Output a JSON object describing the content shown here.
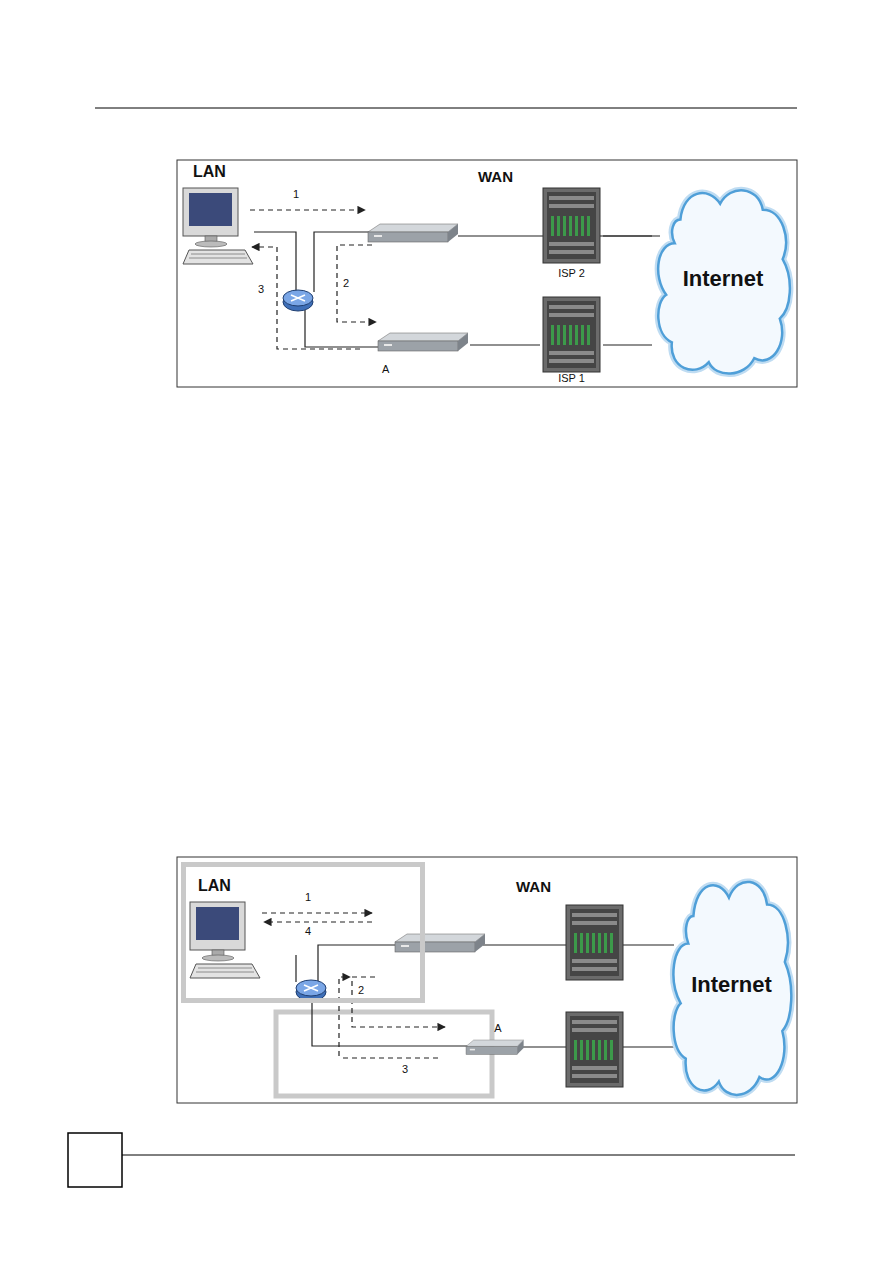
{
  "diagram": {
    "nodes": [
      {
        "text": [
          "ISP 2"
        ]
      },
      {
        "text": [
          "A"
        ]
      },
      {
        "text": [
          "ISP 1"
        ]
      },
      {
        "text": [
          "Internet"
        ]
      },
      {
        "text": [
          "LAN"
        ]
      },
      {
        "text": [
          "A"
        ]
      },
      {
        "text": [
          "Internet"
        ]
      }
    ],
    "edges": [
      {
        "from": 1,
        "to": 2,
        "arrow": "none"
      },
      {
        "from": 2,
        "to": 3,
        "arrow": "none"
      },
      {
        "from": 0,
        "to": 3,
        "arrow": "none"
      }
    ],
    "labels": [
      "LAN",
      "WAN",
      "1",
      "2",
      "3",
      "WAN",
      "1",
      "4",
      "2",
      "3"
    ]
  }
}
